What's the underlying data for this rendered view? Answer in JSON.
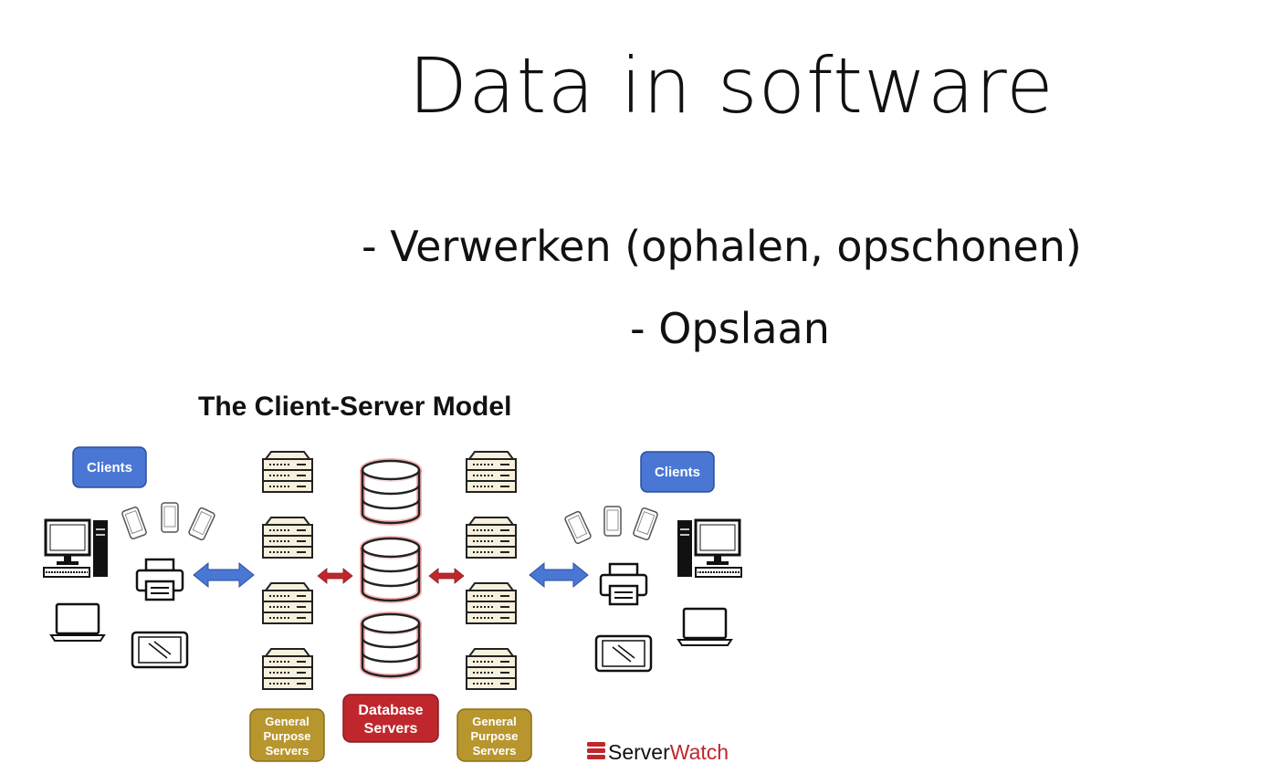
{
  "slide": {
    "title": "Data in software",
    "bullets": [
      "- Verwerken (ophalen, opschonen)",
      "- Opslaan"
    ]
  },
  "diagram": {
    "title": "The Client-Server Model",
    "clients_left_label": "Clients",
    "clients_right_label": "Clients",
    "general_purpose_left": [
      "General",
      "Purpose",
      "Servers"
    ],
    "database_servers": [
      "Database",
      "Servers"
    ],
    "general_purpose_right": [
      "General",
      "Purpose",
      "Servers"
    ],
    "logo": {
      "part1": "Server",
      "part2": "Watch"
    },
    "colors": {
      "client_box": "#4a77d4",
      "gp_box": "#b8962e",
      "db_box": "#c0272d",
      "blue_arrow": "#4a77d4",
      "red_arrow": "#c0272d",
      "server_fill": "#f7f0dc",
      "db_glow": "#f08080"
    }
  }
}
